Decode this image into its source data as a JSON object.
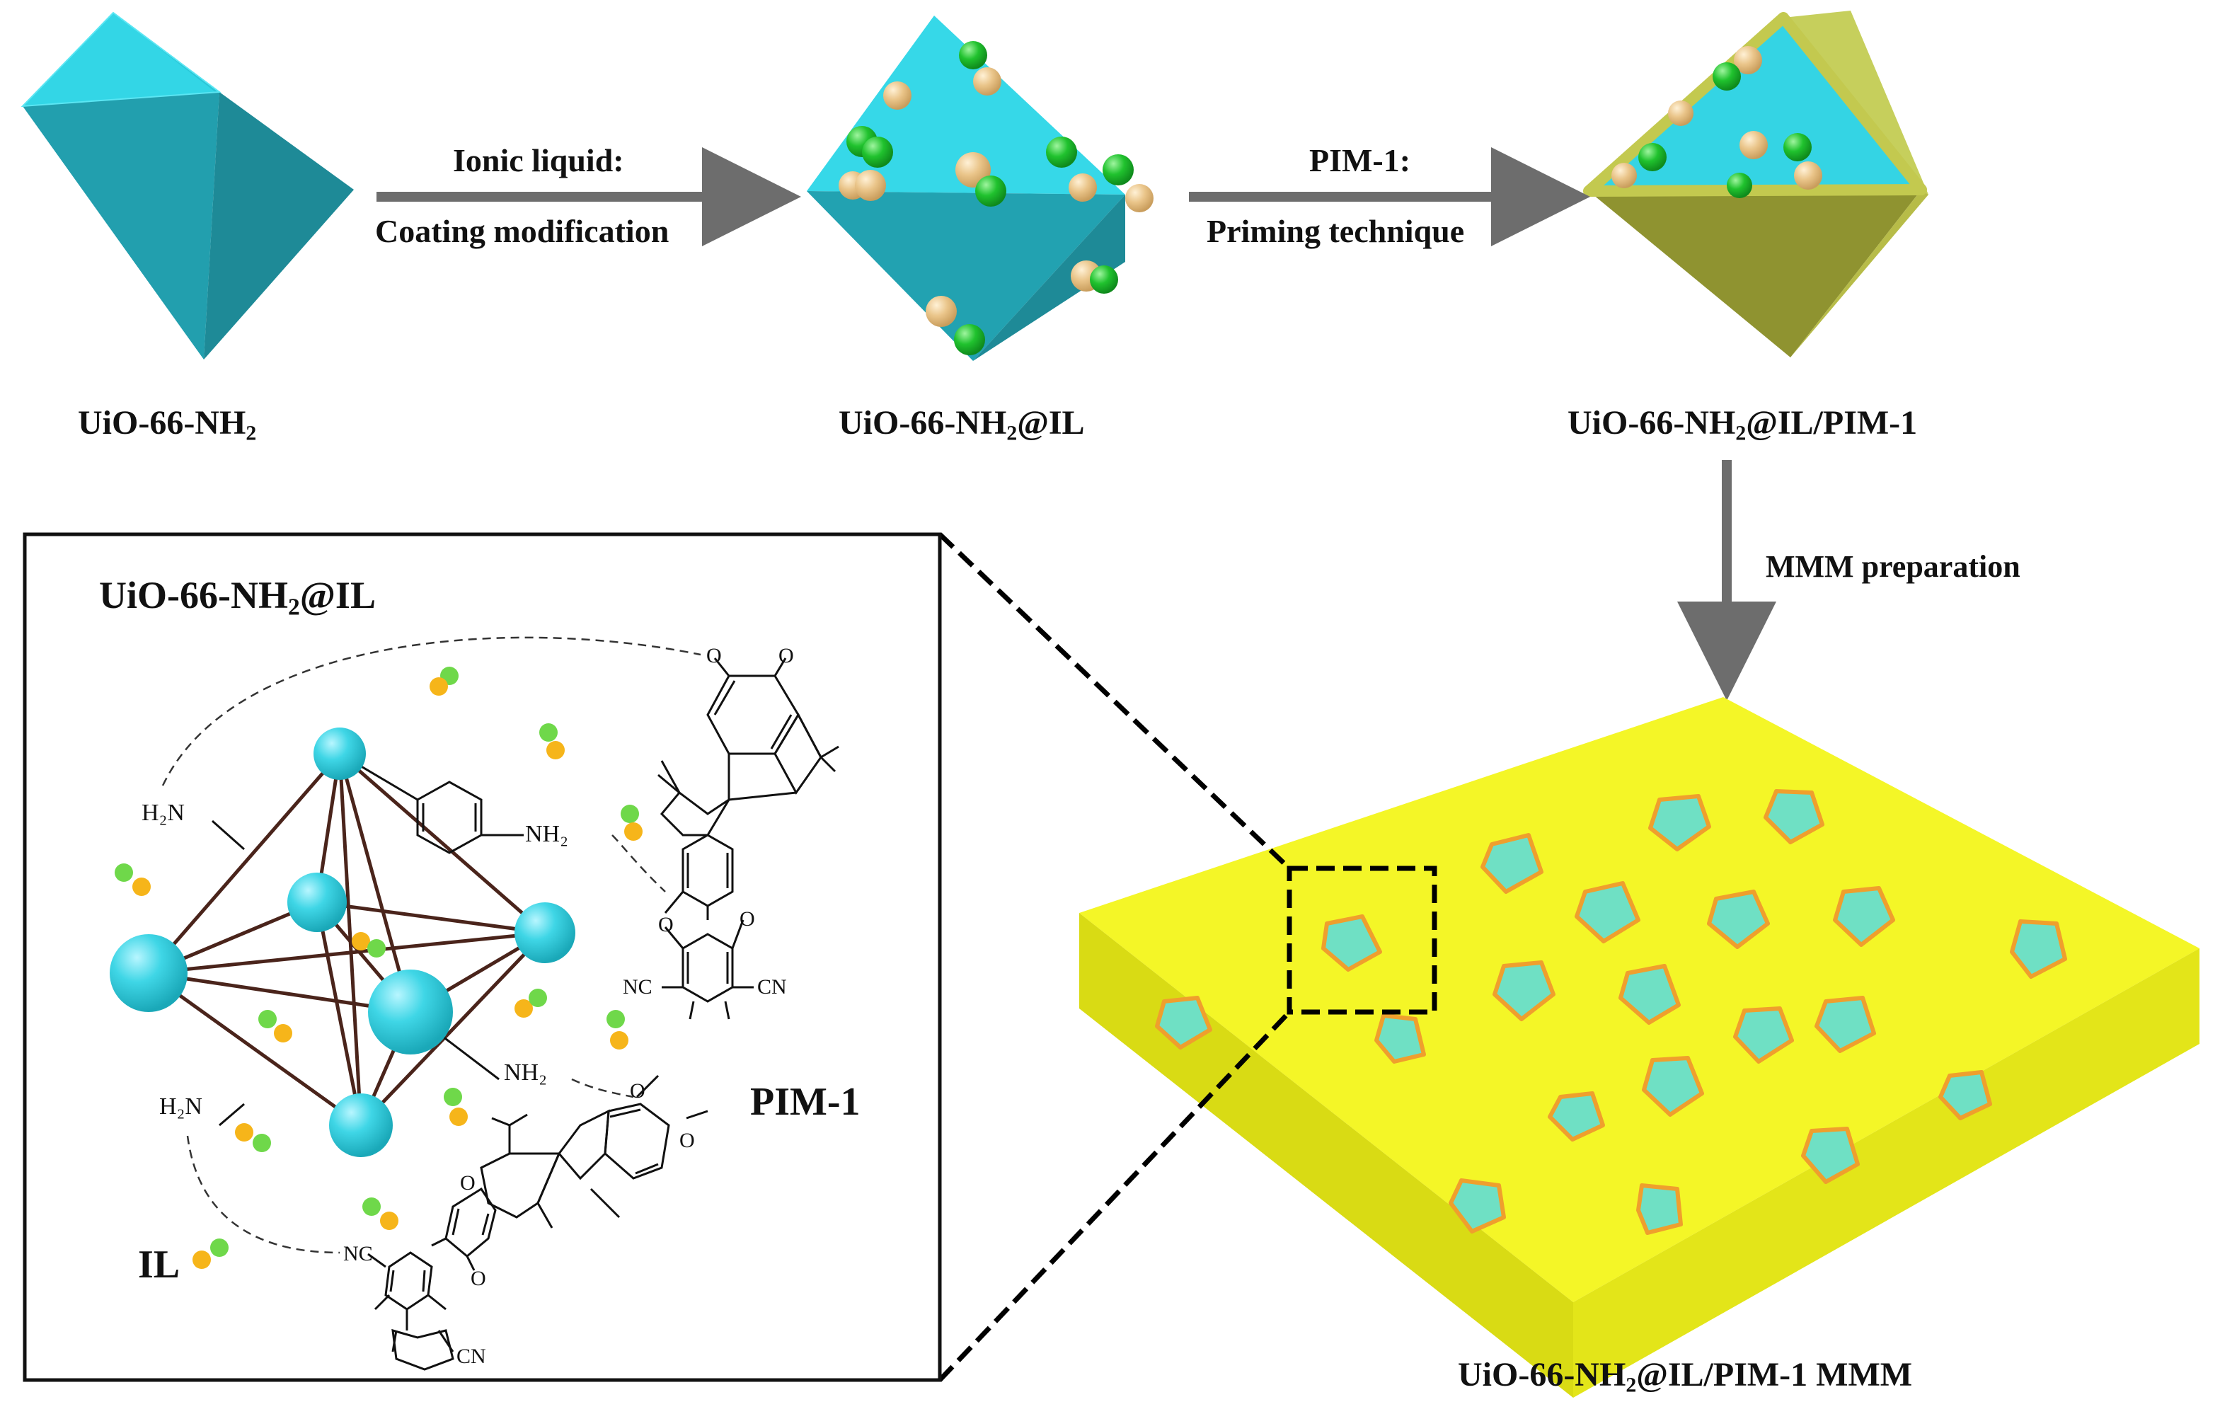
{
  "steps": {
    "ionic_line1": "Ionic liquid:",
    "ionic_line2": "Coating modification",
    "pim_line1": "PIM-1:",
    "pim_line2": "Priming technique",
    "mmm": "MMM preparation"
  },
  "labels": {
    "uio_pre": "UiO-66-NH",
    "sub2": "2",
    "il_suffix": "@IL",
    "ilpim_suffix": "@IL/PIM-1",
    "mmm_suffix": "@IL/PIM-1 MMM"
  },
  "inset": {
    "title_pre": "UiO-66-NH",
    "title_sub": "2",
    "title_suffix": "@IL",
    "pim": "PIM-1",
    "il": "IL",
    "nh2_a": "H₂N",
    "nh2_b": "NH₂",
    "nh2_c": "NH₂",
    "nh2_d": "H₂N",
    "cn_1": "NC",
    "cn_2": "CN",
    "cn_3": "NC",
    "cn_4": "CN",
    "o_1": "O",
    "o_2": "O",
    "o_3": "O",
    "o_4": "O",
    "o_5": "O",
    "o_6": "O",
    "o_7": "O",
    "o_8": "O"
  },
  "colors": {
    "mof_cyan": "#2fd3e3",
    "mof_dark": "#1b8d98",
    "il_green": "#29c838",
    "il_tan": "#f0cc8e",
    "pim_olive": "#a9ad3f",
    "membrane_yellow": "#f2f521",
    "filler_teal": "#6fe0c4",
    "arrow_gray": "#6d6d6d",
    "node_cyan": "#3fd6e6",
    "dot_orange": "#f6b51a",
    "dot_green": "#6fd84a"
  }
}
